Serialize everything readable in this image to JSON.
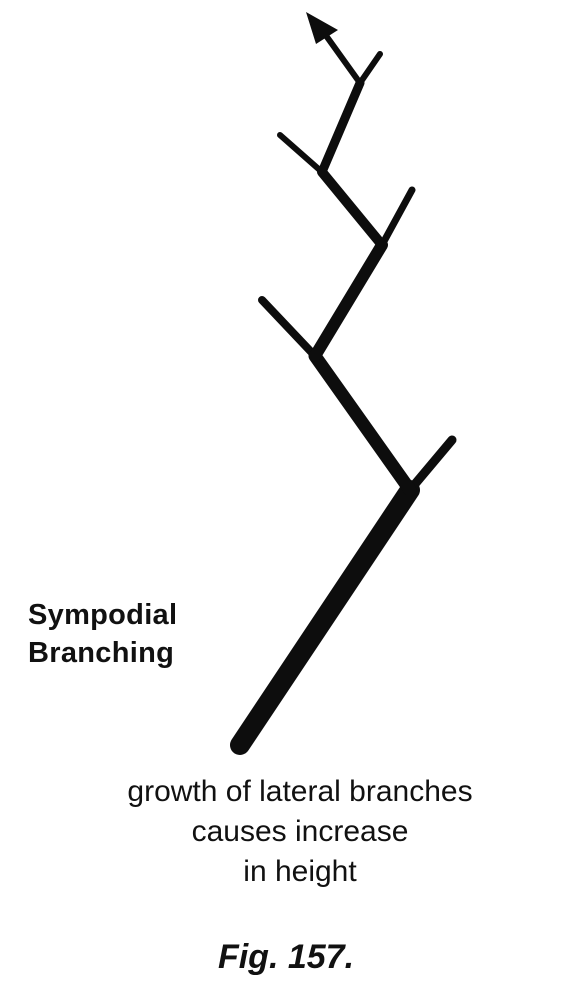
{
  "diagram": {
    "title_line1": "Sympodial",
    "title_line2": "Branching",
    "caption_line1": "growth of lateral branches",
    "caption_line2": "causes  increase",
    "caption_line3": "in height",
    "figure_label": "Fig. 157."
  },
  "colors": {
    "background": "#ffffff",
    "ink": "#0d0d0d"
  }
}
